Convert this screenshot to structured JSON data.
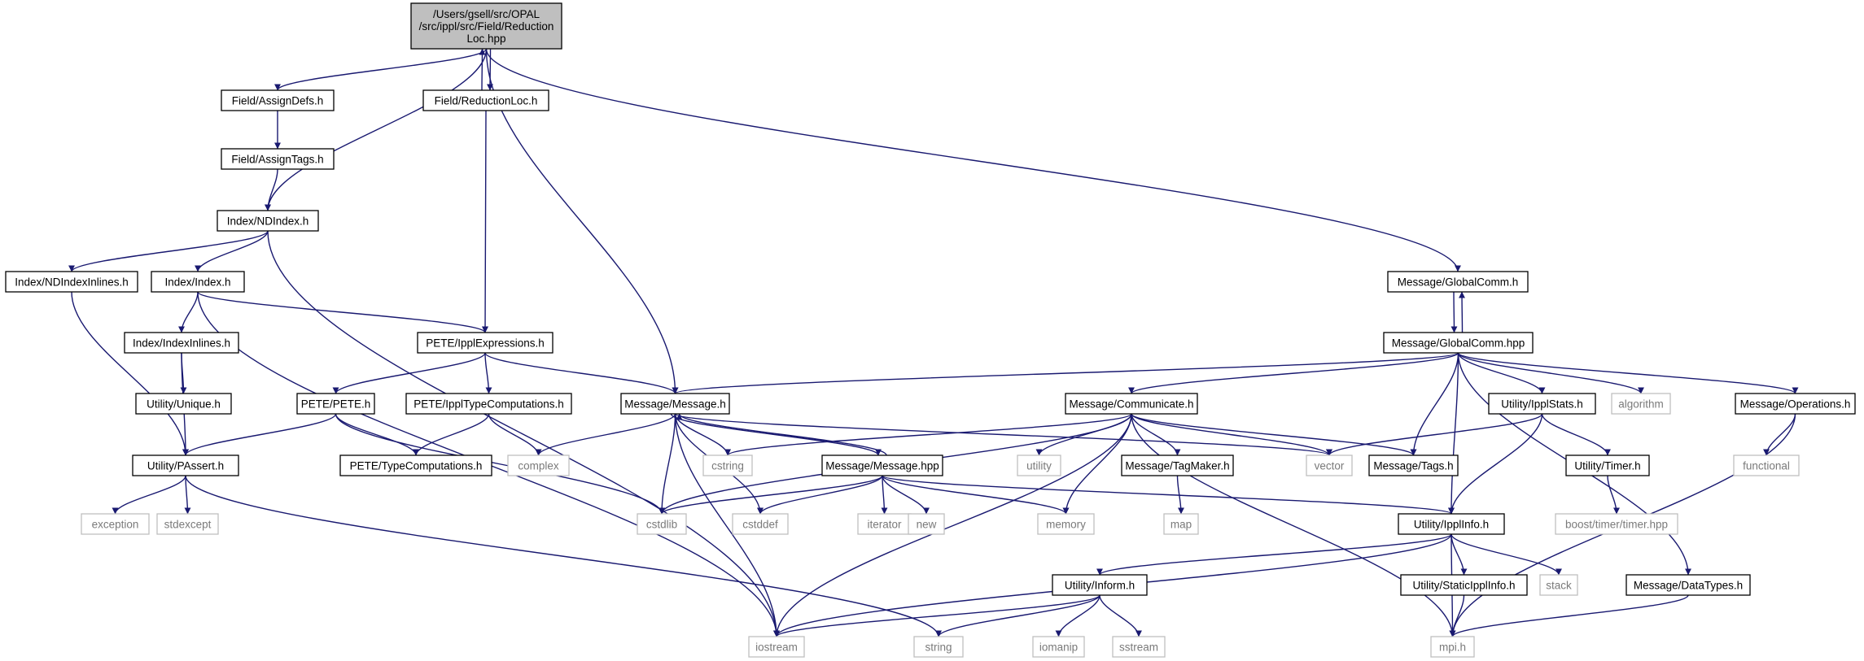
{
  "diagram": {
    "title": "",
    "root": "root",
    "nodes": [
      {
        "id": "root",
        "lines": [
          "/Users/gsell/src/OPAL",
          "/src/ippl/src/Field/Reduction",
          "Loc.hpp"
        ],
        "kind": "root"
      },
      {
        "id": "assigndefs",
        "lines": [
          "Field/AssignDefs.h"
        ],
        "kind": "file"
      },
      {
        "id": "reductionloc_h",
        "lines": [
          "Field/ReductionLoc.h"
        ],
        "kind": "file"
      },
      {
        "id": "assigntags",
        "lines": [
          "Field/AssignTags.h"
        ],
        "kind": "file"
      },
      {
        "id": "ndindex",
        "lines": [
          "Index/NDIndex.h"
        ],
        "kind": "file"
      },
      {
        "id": "ndindexinlines",
        "lines": [
          "Index/NDIndexInlines.h"
        ],
        "kind": "file"
      },
      {
        "id": "index",
        "lines": [
          "Index/Index.h"
        ],
        "kind": "file"
      },
      {
        "id": "indexinlines",
        "lines": [
          "Index/IndexInlines.h"
        ],
        "kind": "file"
      },
      {
        "id": "unique",
        "lines": [
          "Utility/Unique.h"
        ],
        "kind": "file"
      },
      {
        "id": "passert",
        "lines": [
          "Utility/PAssert.h"
        ],
        "kind": "file"
      },
      {
        "id": "exception",
        "lines": [
          "exception"
        ],
        "kind": "system"
      },
      {
        "id": "stdexcept",
        "lines": [
          "stdexcept"
        ],
        "kind": "system"
      },
      {
        "id": "ipplexpr",
        "lines": [
          "PETE/IpplExpressions.h"
        ],
        "kind": "file"
      },
      {
        "id": "pete",
        "lines": [
          "PETE/PETE.h"
        ],
        "kind": "file"
      },
      {
        "id": "ippltypecomp",
        "lines": [
          "PETE/IpplTypeComputations.h"
        ],
        "kind": "file"
      },
      {
        "id": "typecomp",
        "lines": [
          "PETE/TypeComputations.h"
        ],
        "kind": "file"
      },
      {
        "id": "complex",
        "lines": [
          "complex"
        ],
        "kind": "system"
      },
      {
        "id": "message_h",
        "lines": [
          "Message/Message.h"
        ],
        "kind": "file"
      },
      {
        "id": "message_hpp",
        "lines": [
          "Message/Message.hpp"
        ],
        "kind": "file"
      },
      {
        "id": "cstring",
        "lines": [
          "cstring"
        ],
        "kind": "system"
      },
      {
        "id": "cstdlib",
        "lines": [
          "cstdlib"
        ],
        "kind": "system"
      },
      {
        "id": "cstddef",
        "lines": [
          "cstddef"
        ],
        "kind": "system"
      },
      {
        "id": "iterator",
        "lines": [
          "iterator"
        ],
        "kind": "system"
      },
      {
        "id": "new",
        "lines": [
          "new"
        ],
        "kind": "system"
      },
      {
        "id": "memory",
        "lines": [
          "memory"
        ],
        "kind": "system"
      },
      {
        "id": "iostream",
        "lines": [
          "iostream"
        ],
        "kind": "system"
      },
      {
        "id": "string",
        "lines": [
          "string"
        ],
        "kind": "system"
      },
      {
        "id": "communicate",
        "lines": [
          "Message/Communicate.h"
        ],
        "kind": "file"
      },
      {
        "id": "utility",
        "lines": [
          "utility"
        ],
        "kind": "system"
      },
      {
        "id": "tagmaker",
        "lines": [
          "Message/TagMaker.h"
        ],
        "kind": "file"
      },
      {
        "id": "map",
        "lines": [
          "map"
        ],
        "kind": "system"
      },
      {
        "id": "vector",
        "lines": [
          "vector"
        ],
        "kind": "system"
      },
      {
        "id": "tags",
        "lines": [
          "Message/Tags.h"
        ],
        "kind": "file"
      },
      {
        "id": "globalcomm_h",
        "lines": [
          "Message/GlobalComm.h"
        ],
        "kind": "file"
      },
      {
        "id": "globalcomm_hpp",
        "lines": [
          "Message/GlobalComm.hpp"
        ],
        "kind": "file"
      },
      {
        "id": "ipplstats",
        "lines": [
          "Utility/IpplStats.h"
        ],
        "kind": "file"
      },
      {
        "id": "algorithm",
        "lines": [
          "algorithm"
        ],
        "kind": "system"
      },
      {
        "id": "operations",
        "lines": [
          "Message/Operations.h"
        ],
        "kind": "file"
      },
      {
        "id": "functional",
        "lines": [
          "functional"
        ],
        "kind": "system"
      },
      {
        "id": "timer_h",
        "lines": [
          "Utility/Timer.h"
        ],
        "kind": "file"
      },
      {
        "id": "boosttimer",
        "lines": [
          "boost/timer/timer.hpp"
        ],
        "kind": "system"
      },
      {
        "id": "ipplinfo",
        "lines": [
          "Utility/IpplInfo.h"
        ],
        "kind": "file"
      },
      {
        "id": "staticipplinfo",
        "lines": [
          "Utility/StaticIpplInfo.h"
        ],
        "kind": "file"
      },
      {
        "id": "stack",
        "lines": [
          "stack"
        ],
        "kind": "system"
      },
      {
        "id": "inform",
        "lines": [
          "Utility/Inform.h"
        ],
        "kind": "file"
      },
      {
        "id": "iomanip",
        "lines": [
          "iomanip"
        ],
        "kind": "system"
      },
      {
        "id": "sstream",
        "lines": [
          "sstream"
        ],
        "kind": "system"
      },
      {
        "id": "mpi",
        "lines": [
          "mpi.h"
        ],
        "kind": "system"
      },
      {
        "id": "datatypes",
        "lines": [
          "Message/DataTypes.h"
        ],
        "kind": "file"
      }
    ],
    "edges": [
      [
        "root",
        "assigndefs"
      ],
      [
        "root",
        "reductionloc_h"
      ],
      [
        "root",
        "ndindex"
      ],
      [
        "root",
        "message_h"
      ],
      [
        "root",
        "globalcomm_h"
      ],
      [
        "reductionloc_h",
        "root"
      ],
      [
        "reductionloc_h",
        "ipplexpr"
      ],
      [
        "assigndefs",
        "assigntags"
      ],
      [
        "assigntags",
        "ndindex"
      ],
      [
        "ndindex",
        "ndindexinlines"
      ],
      [
        "ndindex",
        "index"
      ],
      [
        "ndindex",
        "iostream"
      ],
      [
        "ndindexinlines",
        "passert"
      ],
      [
        "index",
        "indexinlines"
      ],
      [
        "index",
        "ipplexpr"
      ],
      [
        "index",
        "iostream"
      ],
      [
        "indexinlines",
        "unique"
      ],
      [
        "indexinlines",
        "passert"
      ],
      [
        "passert",
        "exception"
      ],
      [
        "passert",
        "stdexcept"
      ],
      [
        "passert",
        "string"
      ],
      [
        "ipplexpr",
        "pete"
      ],
      [
        "ipplexpr",
        "ippltypecomp"
      ],
      [
        "ipplexpr",
        "message_h"
      ],
      [
        "pete",
        "passert"
      ],
      [
        "pete",
        "typecomp"
      ],
      [
        "pete",
        "cstdlib"
      ],
      [
        "ippltypecomp",
        "typecomp"
      ],
      [
        "ippltypecomp",
        "complex"
      ],
      [
        "message_h",
        "complex"
      ],
      [
        "message_h",
        "cstring"
      ],
      [
        "message_h",
        "cstdlib"
      ],
      [
        "message_h",
        "cstddef"
      ],
      [
        "message_h",
        "iostream"
      ],
      [
        "message_h",
        "vector"
      ],
      [
        "message_h",
        "message_hpp"
      ],
      [
        "message_hpp",
        "message_h"
      ],
      [
        "message_hpp",
        "cstdlib"
      ],
      [
        "message_hpp",
        "cstddef"
      ],
      [
        "message_hpp",
        "iterator"
      ],
      [
        "message_hpp",
        "new"
      ],
      [
        "message_hpp",
        "memory"
      ],
      [
        "message_hpp",
        "ipplinfo"
      ],
      [
        "globalcomm_h",
        "globalcomm_hpp"
      ],
      [
        "globalcomm_hpp",
        "globalcomm_h"
      ],
      [
        "globalcomm_hpp",
        "message_h"
      ],
      [
        "globalcomm_hpp",
        "communicate"
      ],
      [
        "globalcomm_hpp",
        "tags"
      ],
      [
        "globalcomm_hpp",
        "ipplinfo"
      ],
      [
        "globalcomm_hpp",
        "ipplstats"
      ],
      [
        "globalcomm_hpp",
        "algorithm"
      ],
      [
        "globalcomm_hpp",
        "datatypes"
      ],
      [
        "globalcomm_hpp",
        "operations"
      ],
      [
        "communicate",
        "cstring"
      ],
      [
        "communicate",
        "cstdlib"
      ],
      [
        "communicate",
        "iostream"
      ],
      [
        "communicate",
        "utility"
      ],
      [
        "communicate",
        "memory"
      ],
      [
        "communicate",
        "tagmaker"
      ],
      [
        "communicate",
        "vector"
      ],
      [
        "communicate",
        "tags"
      ],
      [
        "communicate",
        "mpi"
      ],
      [
        "tagmaker",
        "map"
      ],
      [
        "ipplstats",
        "vector"
      ],
      [
        "ipplstats",
        "timer_h"
      ],
      [
        "ipplstats",
        "ipplinfo"
      ],
      [
        "timer_h",
        "boosttimer"
      ],
      [
        "operations",
        "functional"
      ],
      [
        "operations",
        "mpi"
      ],
      [
        "ipplinfo",
        "iostream"
      ],
      [
        "ipplinfo",
        "inform"
      ],
      [
        "ipplinfo",
        "staticipplinfo"
      ],
      [
        "ipplinfo",
        "stack"
      ],
      [
        "ipplinfo",
        "mpi"
      ],
      [
        "staticipplinfo",
        "mpi"
      ],
      [
        "inform",
        "iostream"
      ],
      [
        "inform",
        "iomanip"
      ],
      [
        "inform",
        "sstream"
      ],
      [
        "inform",
        "string"
      ],
      [
        "datatypes",
        "mpi"
      ]
    ]
  }
}
